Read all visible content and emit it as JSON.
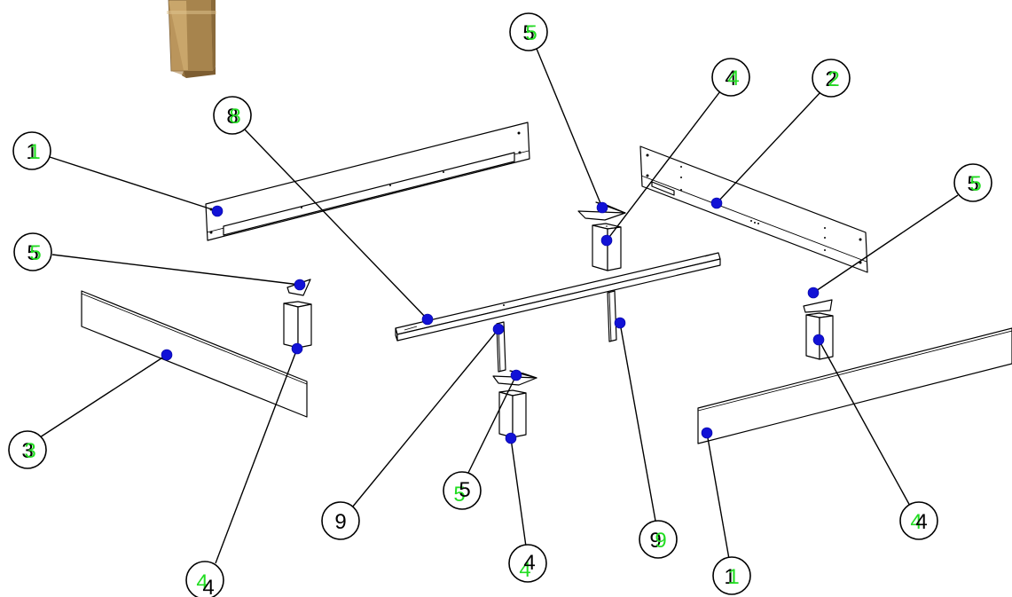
{
  "diagram": {
    "colors": {
      "callout_green": "#22dd22",
      "anchor_blue": "#1212d6",
      "wood_light": "#c9a66b",
      "wood_dark": "#8a6a3a",
      "line": "#000000"
    },
    "callouts": [
      {
        "id": "c1",
        "label": "1"
      },
      {
        "id": "c2",
        "label": "8"
      },
      {
        "id": "c3",
        "label": "5"
      },
      {
        "id": "c4",
        "label": "4"
      },
      {
        "id": "c5",
        "label": "2"
      },
      {
        "id": "c6",
        "label": "5"
      },
      {
        "id": "c7",
        "label": "5"
      },
      {
        "id": "c8",
        "label": "3"
      },
      {
        "id": "c9",
        "label": "4"
      },
      {
        "id": "c10",
        "label": "9"
      },
      {
        "id": "c11",
        "label": "5"
      },
      {
        "id": "c12",
        "label": "4"
      },
      {
        "id": "c13",
        "label": "9"
      },
      {
        "id": "c14",
        "label": "1"
      },
      {
        "id": "c15",
        "label": "4"
      }
    ]
  }
}
